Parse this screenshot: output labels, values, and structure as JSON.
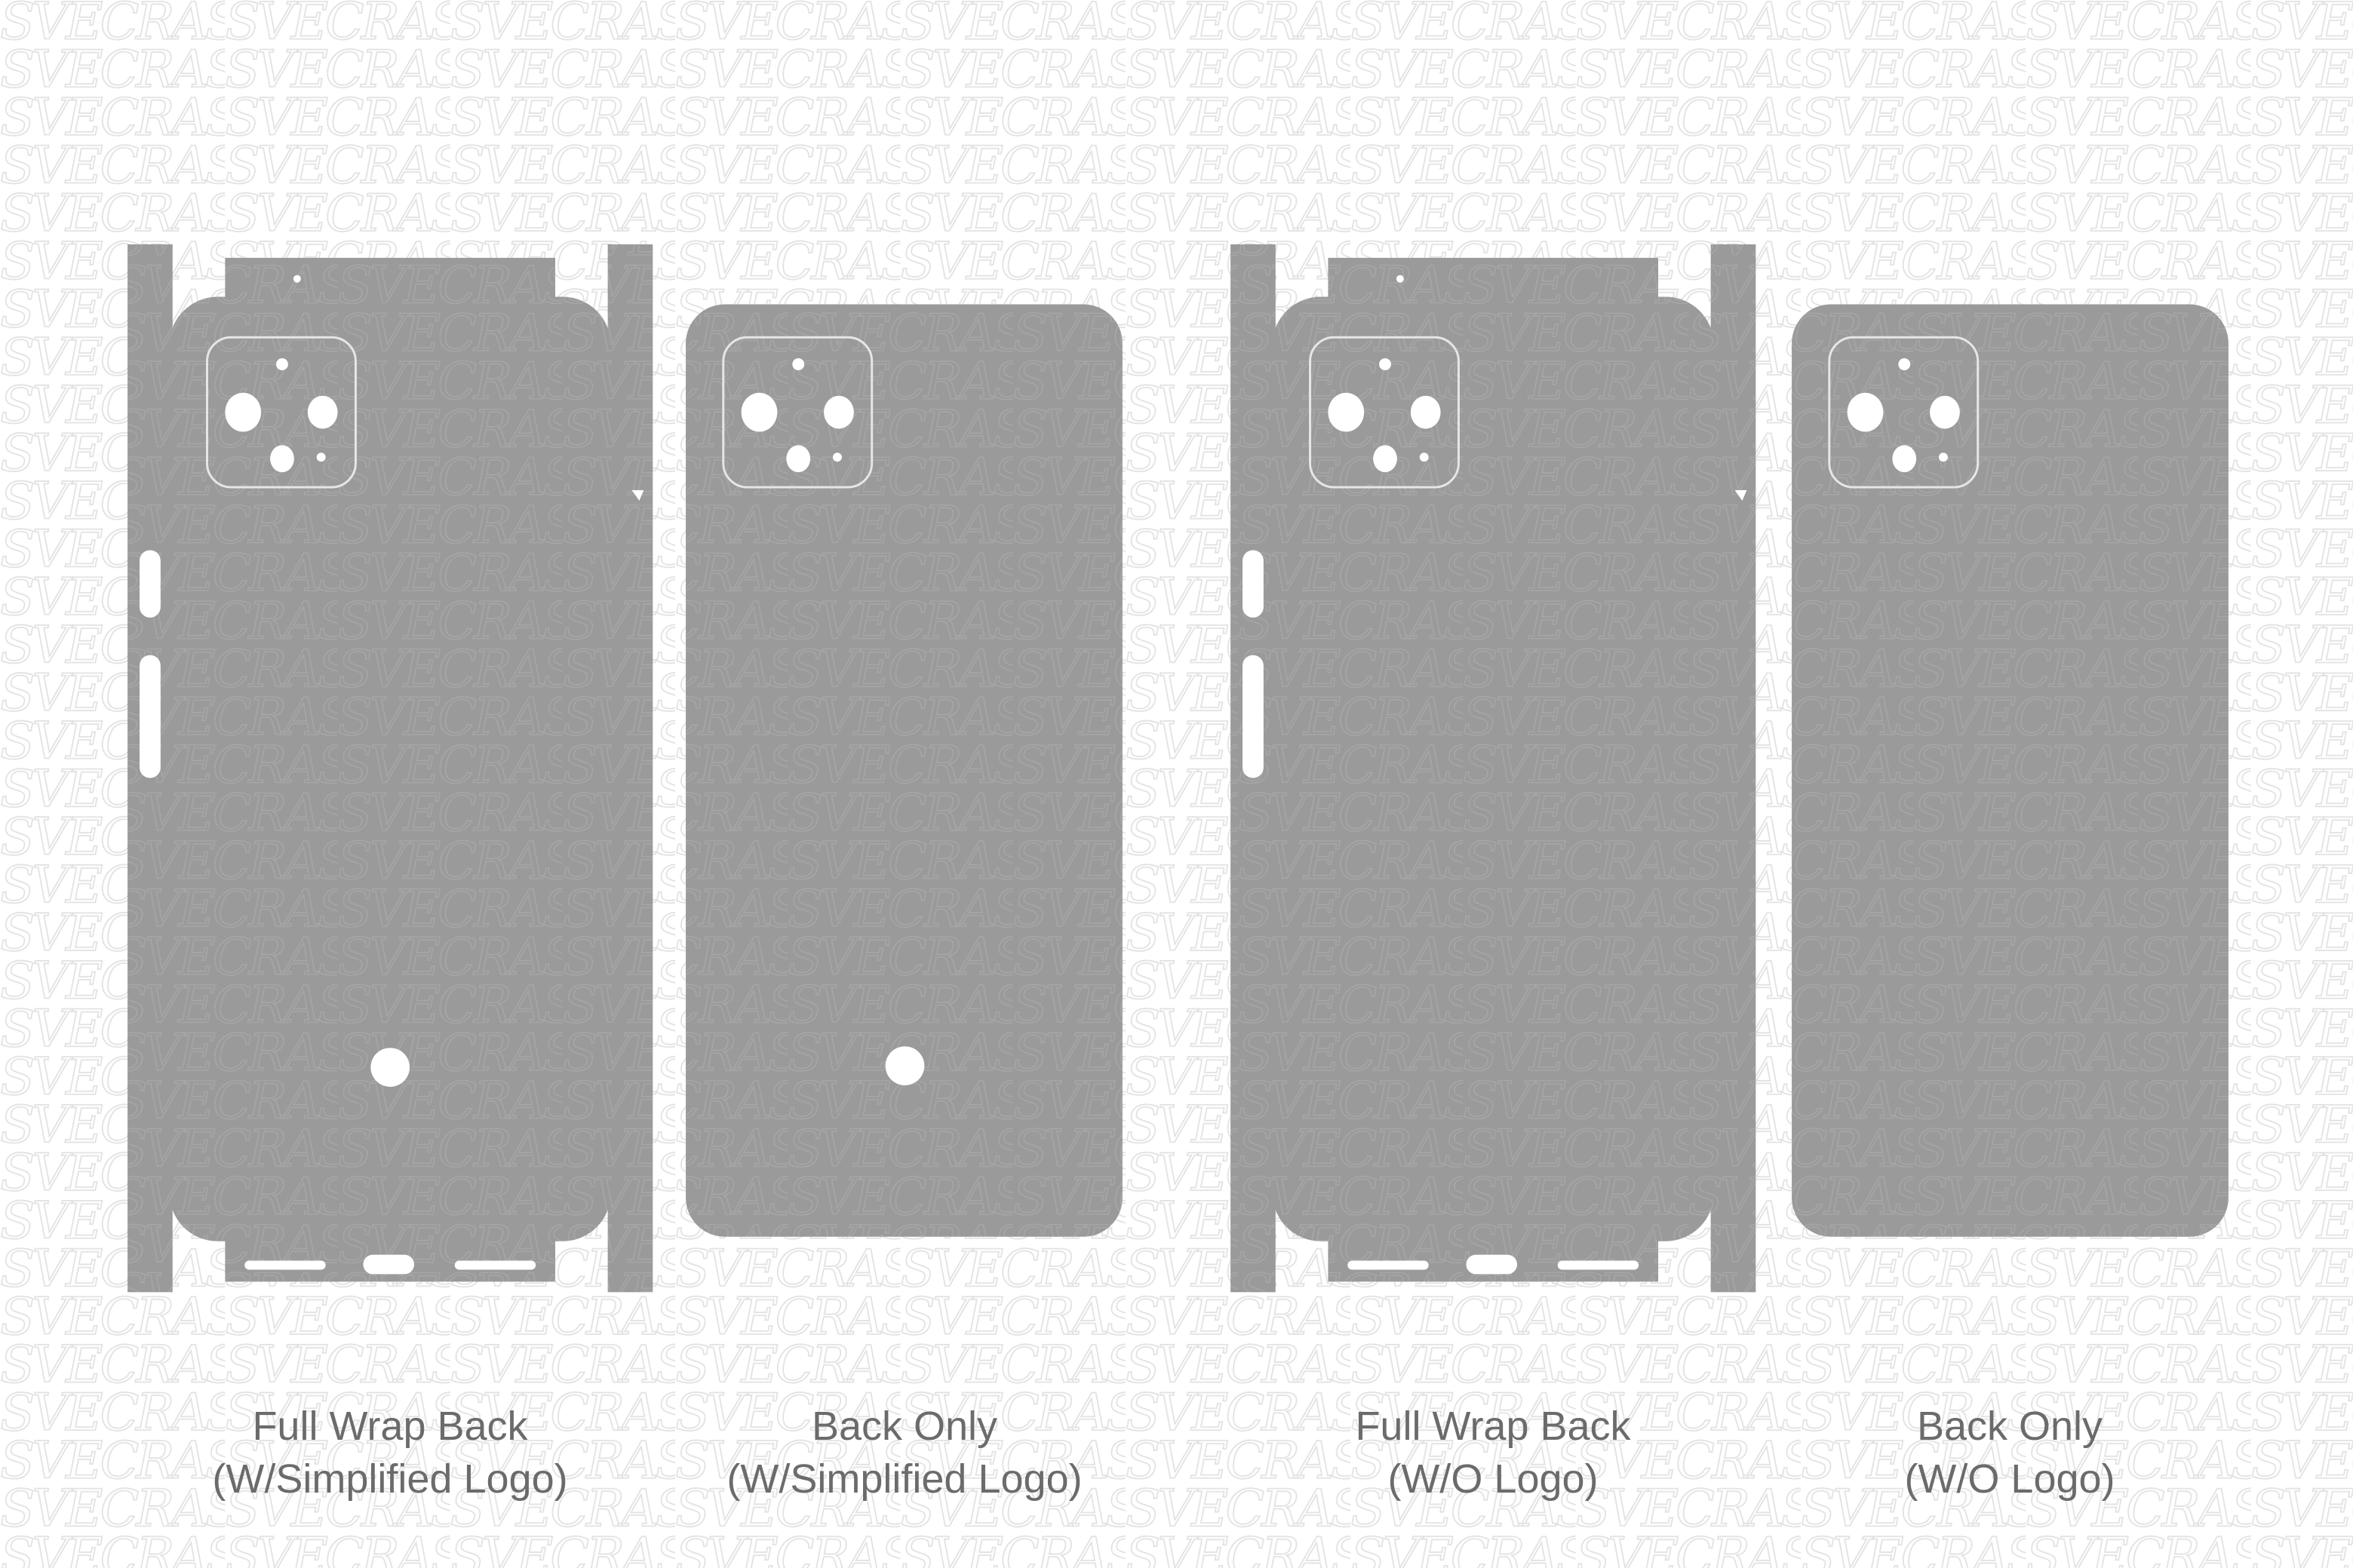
{
  "watermark": "SVECRAS",
  "colors": {
    "skin": "#9a9a9a",
    "background": "#ffffff",
    "watermark": "#e4e4e4",
    "label": "#6b6b6b"
  },
  "templates": [
    {
      "line1": "Full Wrap Back",
      "line2": "(W/Simplified Logo)",
      "type": "full-wrap",
      "logo": true
    },
    {
      "line1": "Back Only",
      "line2": "(W/Simplified Logo)",
      "type": "back-only",
      "logo": true
    },
    {
      "line1": "Full Wrap Back",
      "line2": "(W/O Logo)",
      "type": "full-wrap",
      "logo": false
    },
    {
      "line1": "Back Only",
      "line2": "(W/O Logo)",
      "type": "back-only",
      "logo": false
    }
  ]
}
